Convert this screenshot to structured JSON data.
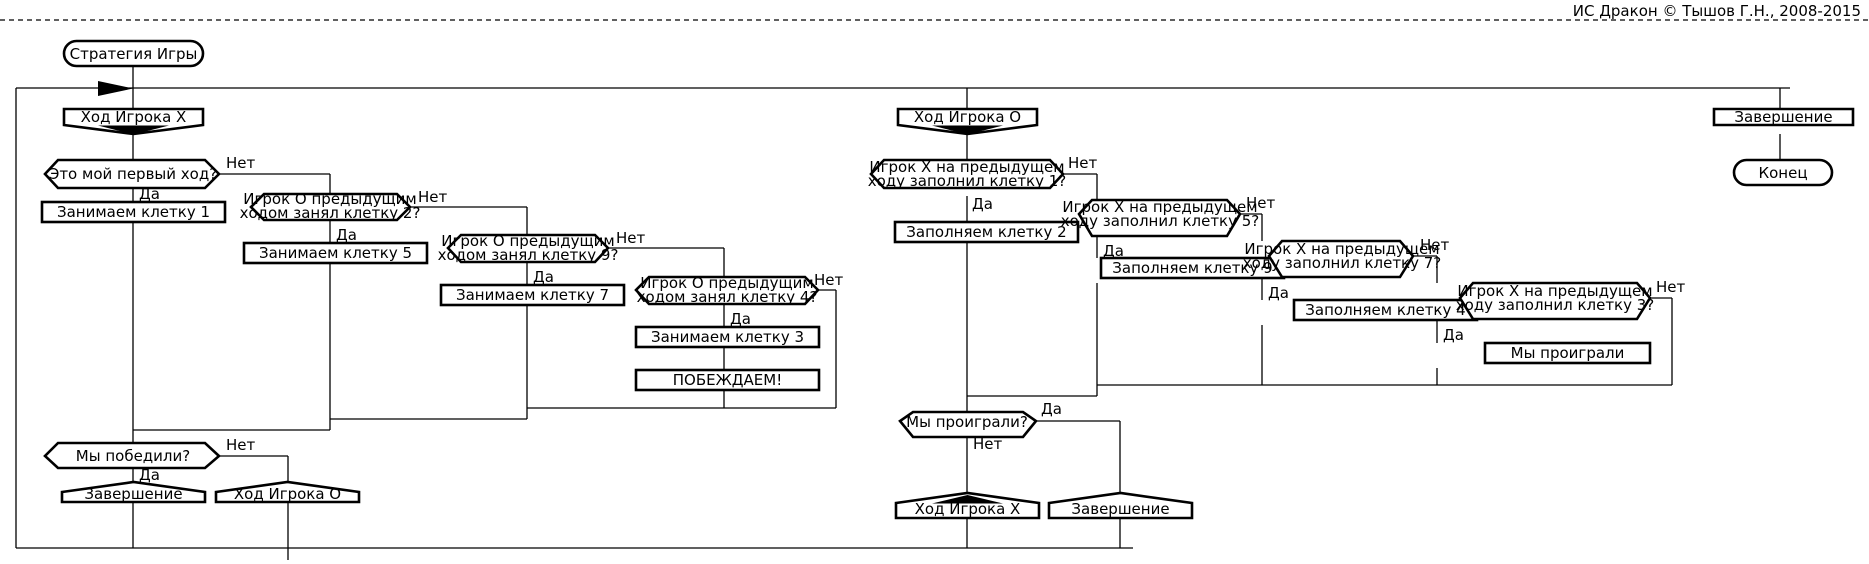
{
  "header": {
    "title": "ИС Дракон © Тышов Г.Н., 2008-2015"
  },
  "diagram": {
    "kind": "drakon-flowchart",
    "title": "Стратегия Игры",
    "branch_labels": {
      "yes": "Да",
      "no": "Нет"
    },
    "nodes": {
      "start": "Стратегия Игры",
      "branch_x": "Ход Игрока X",
      "branch_o": "Ход Игрока О",
      "branch_end": "Завершение",
      "end_terminal": "Конец",
      "x_q1": "Это мой первый ход?",
      "x_a1": "Занимаем клетку 1",
      "x_q2": "Игрок О предыдущим ходом занял клетку 2?",
      "x_a2": "Занимаем клетку 5",
      "x_q3": "Игрок О предыдущим ходом занял клетку 9?",
      "x_a3": "Занимаем клетку 7",
      "x_q4": "Игрок О предыдущим ходом занял клетку 4?",
      "x_a4": "Занимаем клетку 3",
      "x_win": "ПОБЕЖДАЕМ!",
      "x_q_victory": "Мы победили?",
      "x_goto_end": "Завершение",
      "x_goto_o": "Ход Игрока О",
      "o_q1": "Игрок X на предыдущем ходу заполнил клетку 1?",
      "o_a1": "Заполняем клетку 2",
      "o_q2": "Игрок X на предыдущем ходу заполнил клетку 5?",
      "o_a2": "Заполняем клетку 9",
      "o_q3": "Игрок X на предыдущем ходу заполнил клетку 7?",
      "o_a3": "Заполняем клетку 4",
      "o_q4": "Игрок X на предыдущем ходу заполнил клетку 3?",
      "o_lose": "Мы проиграли",
      "o_q_lose": "Мы проиграли?",
      "o_goto_x": "Ход Игрока X",
      "o_goto_end": "Завершение"
    },
    "node_lines": {
      "x_q2": [
        "Игрок О предыдущим",
        "ходом занял клетку 2?"
      ],
      "x_q3": [
        "Игрок О предыдущим",
        "ходом занял клетку 9?"
      ],
      "x_q4": [
        "Игрок О предыдущим",
        "ходом занял клетку 4?"
      ],
      "o_q1": [
        "Игрок X на предыдущем",
        "ходу заполнил клетку 1?"
      ],
      "o_q2": [
        "Игрок X на предыдущем",
        "ходу заполнил клетку 5?"
      ],
      "o_q3": [
        "Игрок X на предыдущем",
        "ходу заполнил клетку 7?"
      ],
      "o_q4": [
        "Игрок X на предыдущем",
        "ходу заполнил клетку 3?"
      ]
    },
    "edge_labels": {
      "x_q1_no": "Нет",
      "x_q1_yes": "Да",
      "x_q2_no": "Нет",
      "x_q2_yes": "Да",
      "x_q3_no": "Нет",
      "x_q3_yes": "Да",
      "x_q4_no": "Нет",
      "x_q4_yes": "Да",
      "x_victory_no": "Нет",
      "x_victory_yes": "Да",
      "o_q1_no": "Нет",
      "o_q1_yes": "Да",
      "o_q2_no": "Нет",
      "o_q2_yes": "Да",
      "o_q3_no": "Нет",
      "o_q3_yes": "Да",
      "o_q4_no": "Нет",
      "o_q4_yes": "Да",
      "o_lose_yes": "Да",
      "o_lose_no": "Нет"
    },
    "colors": {
      "stroke": "#000000",
      "fill": "#ffffff",
      "text": "#000000"
    }
  }
}
